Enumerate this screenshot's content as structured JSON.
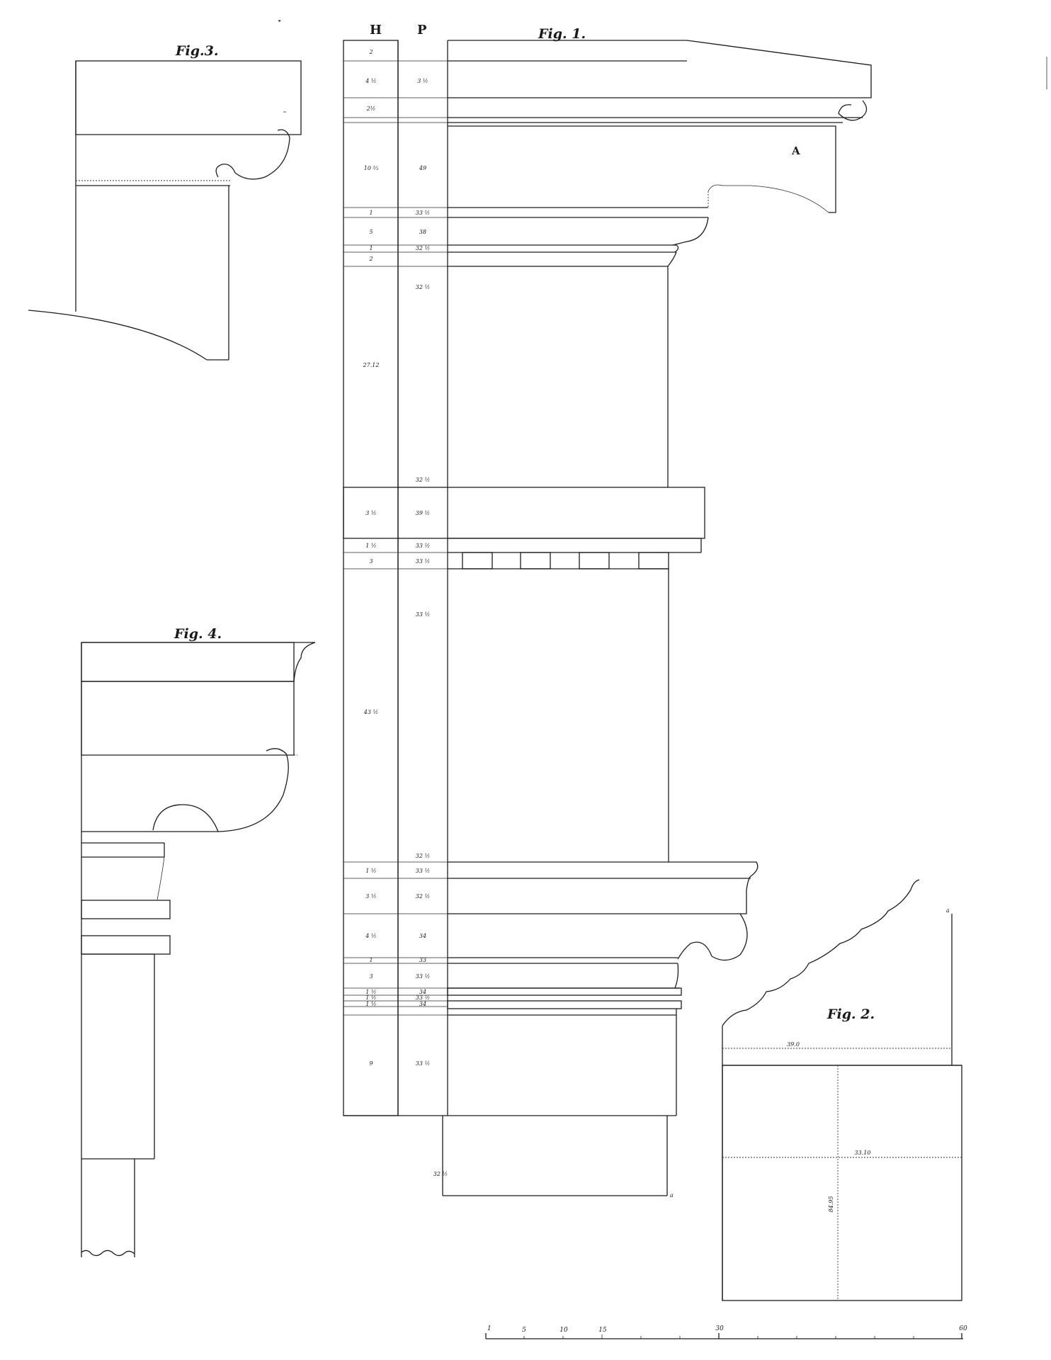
{
  "plate": {
    "figures": {
      "fig1": "Fig. 1.",
      "fig2": "Fig. 2.",
      "fig3": "Fig.3.",
      "fig4": "Fig. 4."
    },
    "column_headers": {
      "h": "H",
      "p": "P"
    },
    "point_labels": {
      "a_upper": "A",
      "a_lower": "a",
      "a_fig2": "a"
    },
    "fig2_dimensions": {
      "top_width": "39.0",
      "mid_width": "33.10",
      "height": "84.95"
    },
    "scale": {
      "labels": [
        "1",
        "5",
        "10",
        "15",
        "30",
        "60"
      ]
    },
    "fig1_rows": [
      {
        "h": "2",
        "p": ""
      },
      {
        "h": "4 ½",
        "p": "3 ½"
      },
      {
        "h": "2½",
        "p": ""
      },
      {
        "h": "10 ⅔",
        "p": "49"
      },
      {
        "h": "1",
        "p": "33 ½"
      },
      {
        "h": "5",
        "p": "38"
      },
      {
        "h": "1",
        "p": "32 ½"
      },
      {
        "h": "2",
        "p": ""
      },
      {
        "h": "27.12",
        "p": "32 ½"
      },
      {
        "h": "",
        "p": "32 ½"
      },
      {
        "h": "3 ½",
        "p": "39 ½"
      },
      {
        "h": "1 ½",
        "p": "33 ½"
      },
      {
        "h": "3",
        "p": "33 ½"
      },
      {
        "h": "",
        "p": "33 ½"
      },
      {
        "h": "43 ½",
        "p": ""
      },
      {
        "h": "",
        "p": "32 ½"
      },
      {
        "h": "1 ½",
        "p": "33 ½"
      },
      {
        "h": "3 ½",
        "p": "32 ½"
      },
      {
        "h": "4 ½",
        "p": "34"
      },
      {
        "h": "1",
        "p": "33"
      },
      {
        "h": "3",
        "p": "33 ½"
      },
      {
        "h": "1 ½",
        "p": "34"
      },
      {
        "h": "1 ½",
        "p": "33 ½"
      },
      {
        "h": "1 ½",
        "p": "34"
      },
      {
        "h": "9",
        "p": "33 ½"
      },
      {
        "h": "",
        "p": "32 ½"
      }
    ]
  }
}
